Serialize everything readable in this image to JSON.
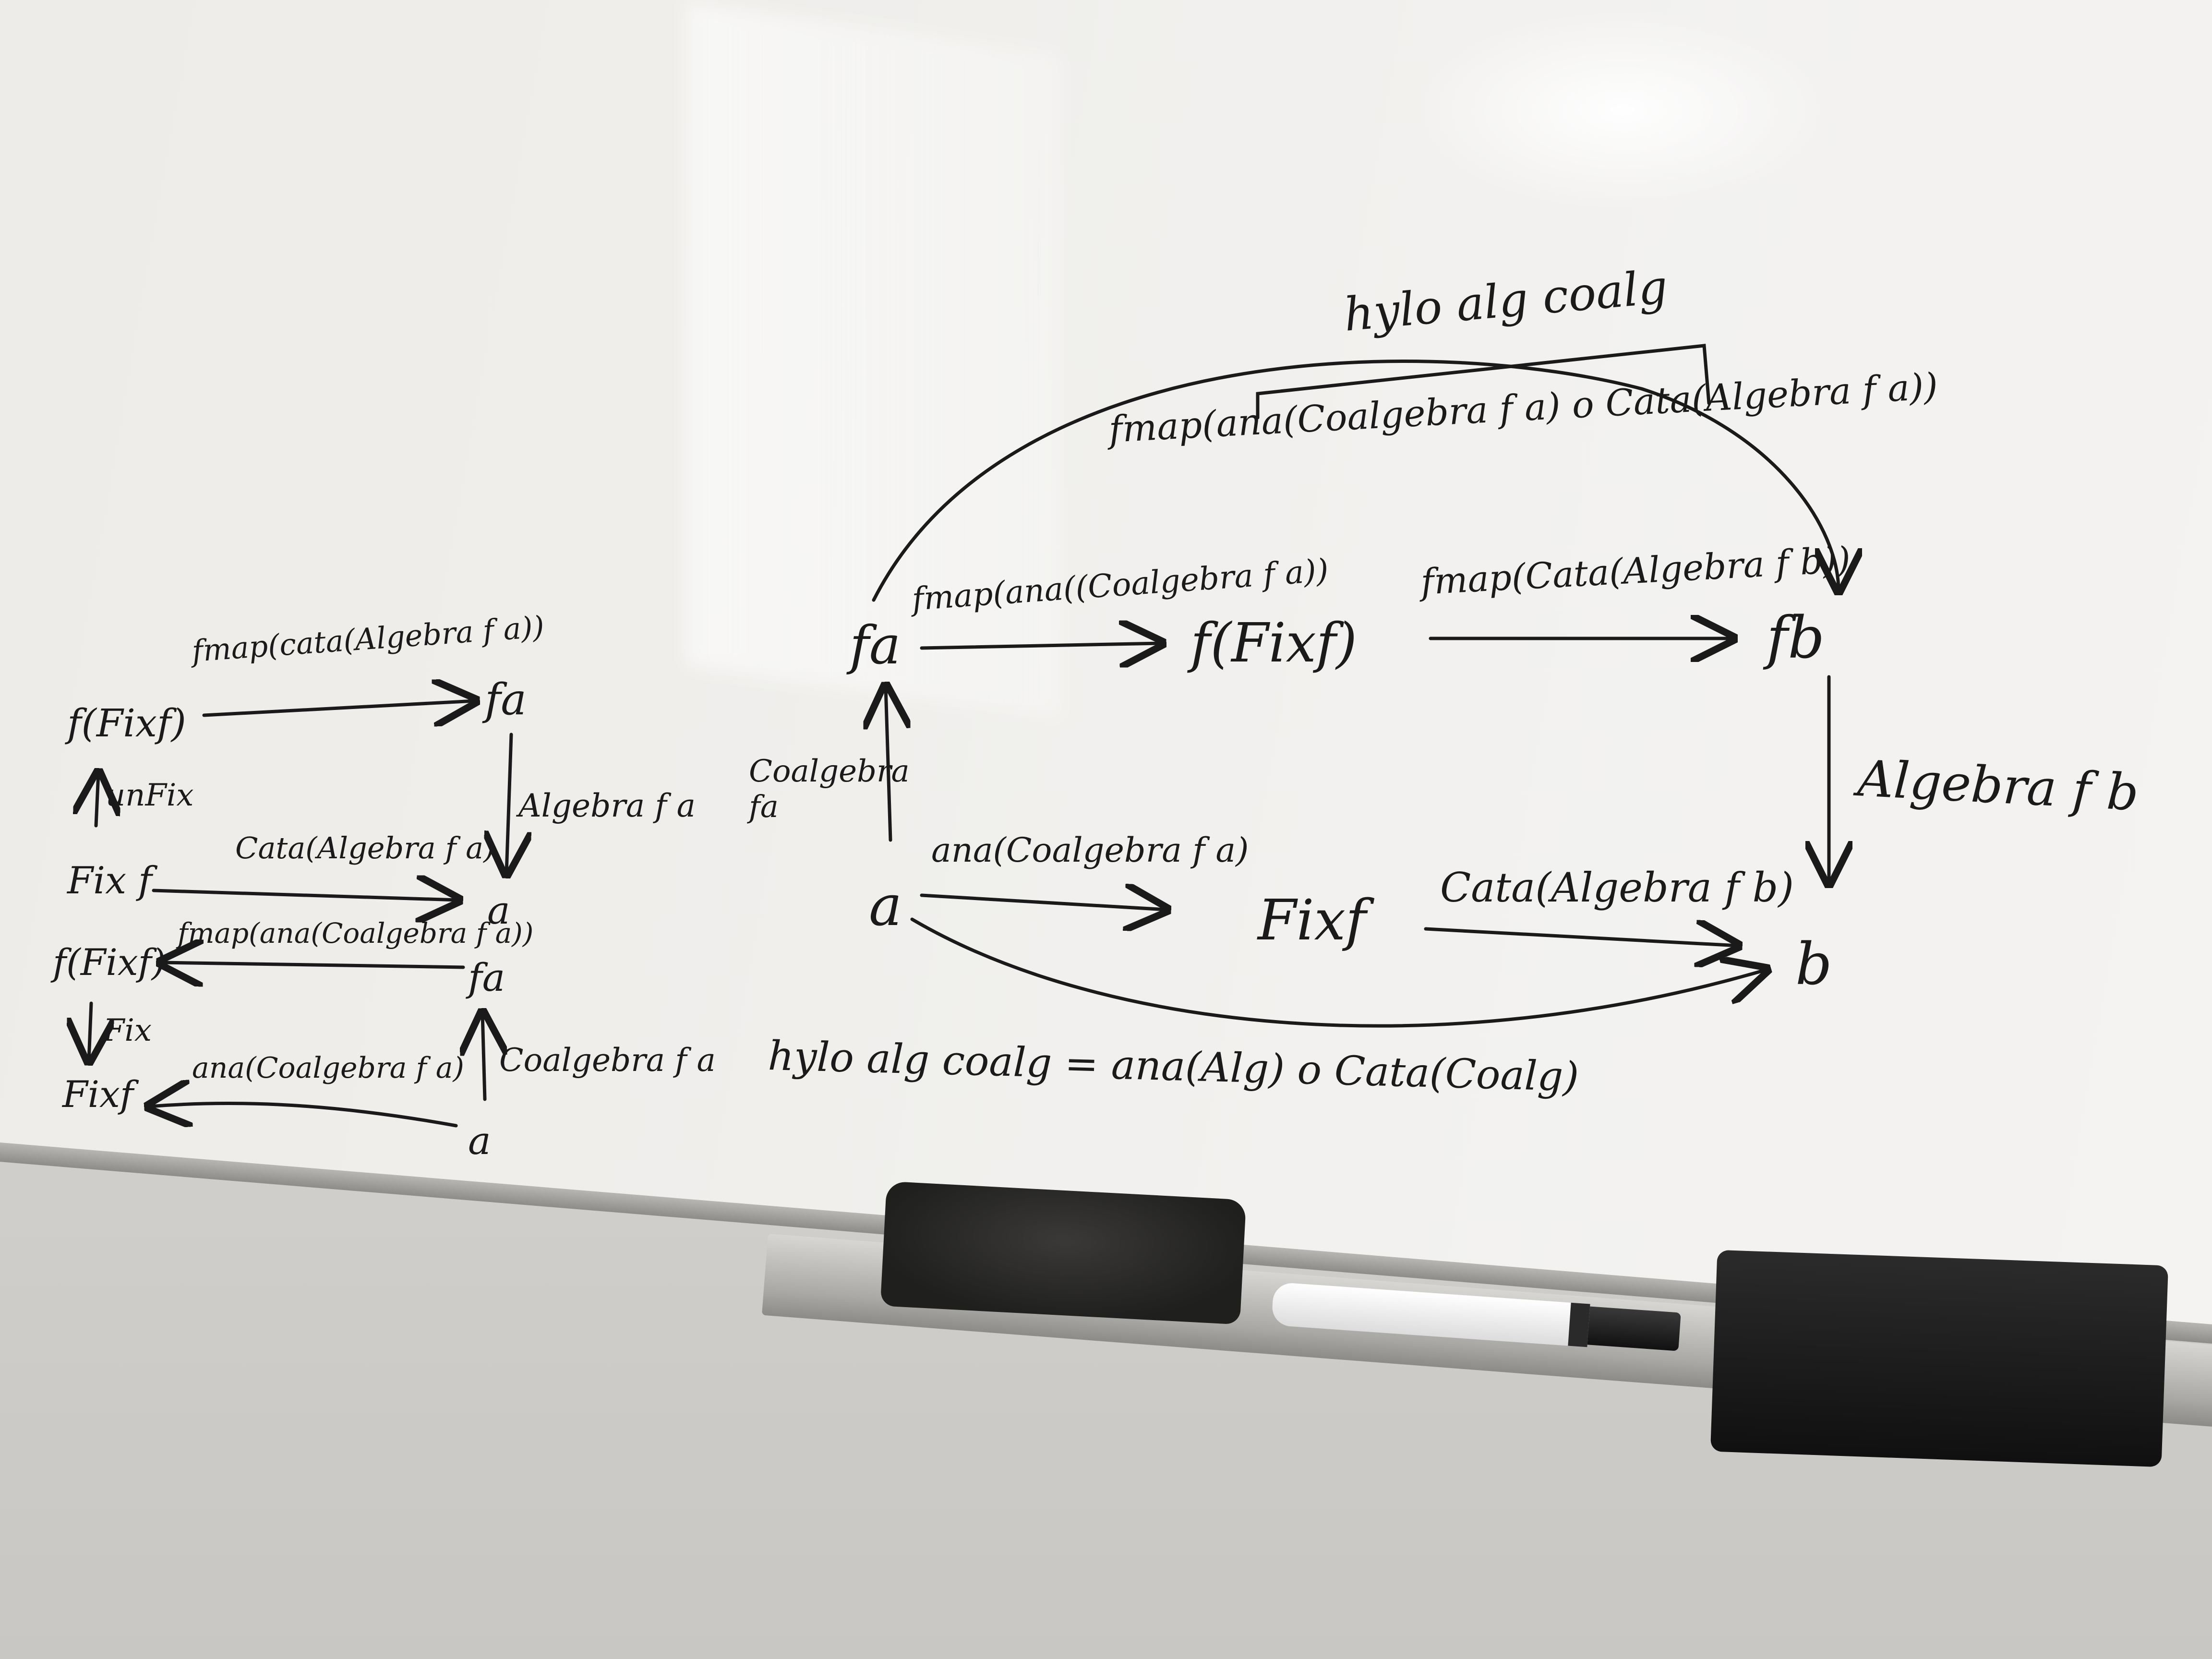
{
  "scene": {
    "description_hidden": "",
    "left_diagram": {
      "top_row_left": "f(Fixf)",
      "top_arrow": "fmap(cata(Algebra f a))",
      "top_row_right": "fa",
      "unfix_label": "unFix",
      "right_down_label": "Algebra f a",
      "mid_row_left": "Fix f",
      "mid_arrow": "Cata(Algebra f a)",
      "mid_row_right": "a",
      "row3_left": "f(Fixf)",
      "row3_arrow": "fmap(ana(Coalgebra f a))",
      "row3_right": "fa",
      "fix_label": "Fix",
      "up_label": "Coalgebra f a",
      "bottom_left": "Fixf",
      "bottom_arrow": "ana(Coalgebra f a)",
      "bottom_right": "a"
    },
    "right_diagram": {
      "hylo_top": "hylo alg coalg",
      "hylo_fmap": "fmap(ana(Coalgebra f a) o Cata(Algebra f a))",
      "node_fa": "fa",
      "coalgebra_label": "Coalgebra fa",
      "arrow_fa_fix": "fmap(ana((Coalgebra f a))",
      "node_ffix": "f(Fixf)",
      "arrow_ffix_fb": "fmap(Cata(Algebra f b))",
      "node_fb": "fb",
      "algebra_label": "Algebra f b",
      "node_a": "a",
      "arrow_a_fix": "ana(Coalgebra f a)",
      "node_fix": "Fixf",
      "arrow_fix_b": "Cata(Algebra f b)",
      "node_b": "b",
      "equation": "hylo alg coalg = ana(Alg) o Cata(Coalg)"
    }
  },
  "colors": {
    "ink": "#1a1a1a",
    "board": "#efeeeb",
    "wall": "#d3d1cd"
  }
}
